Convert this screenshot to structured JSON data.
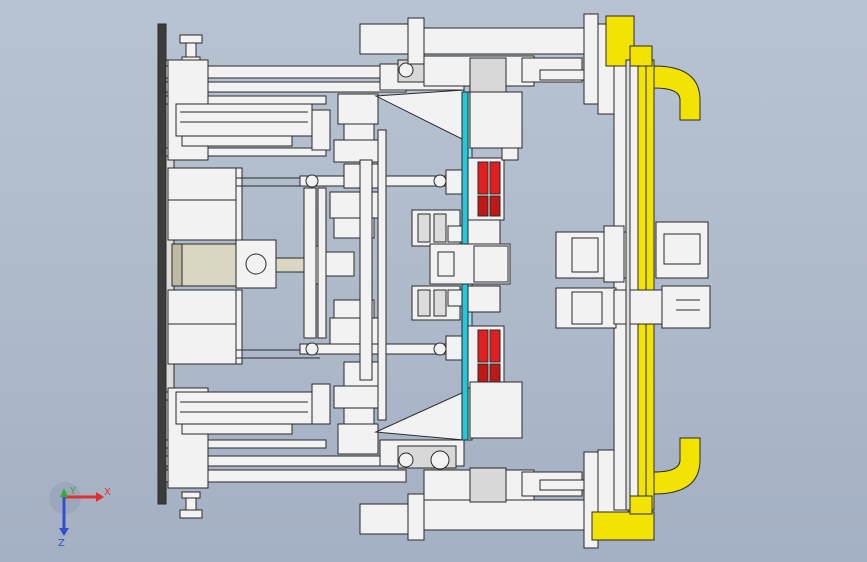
{
  "triad": {
    "x_label": "X",
    "y_label": "Y",
    "z_label": "Z",
    "x_color": "#e03030",
    "y_color": "#30b030",
    "z_color": "#3050d0"
  },
  "colors": {
    "background": "#b2bdcd",
    "part_fill": "#f2f2f2",
    "part_stroke": "#2a2a2a",
    "plate": "#3c3c3c",
    "rail_yellow": "#f2e400",
    "roller_red": "#e02020",
    "guide_cyan": "#27c6d8",
    "motor_tan": "#d9d6c2"
  }
}
